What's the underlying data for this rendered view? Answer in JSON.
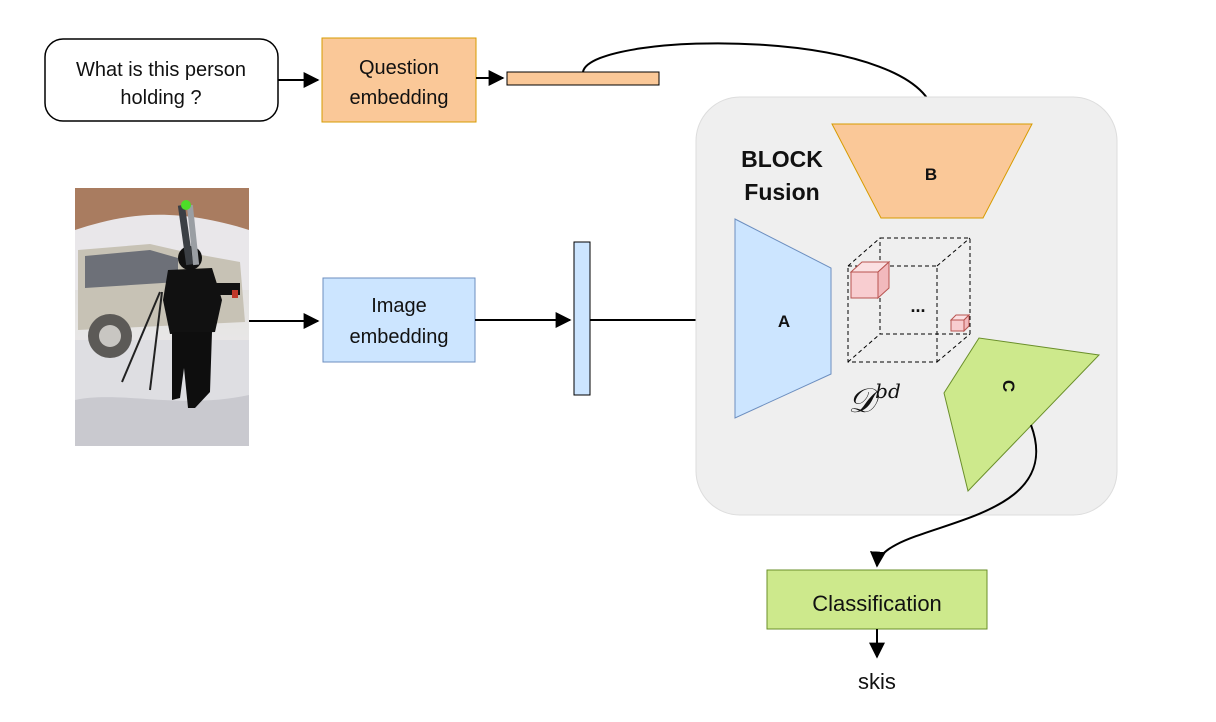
{
  "question": {
    "text_line1": "What is this person",
    "text_line2": "holding ?"
  },
  "question_embedding": {
    "line1": "Question",
    "line2": "embedding"
  },
  "image_embedding": {
    "line1": "Image",
    "line2": "embedding"
  },
  "fusion": {
    "title_line1": "BLOCK",
    "title_line2": "Fusion",
    "block_a": "A",
    "block_b": "B",
    "block_c": "C",
    "ellipsis": "...",
    "tensor_symbol": "𝒟",
    "tensor_superscript": "bd"
  },
  "classification": {
    "label": "Classification"
  },
  "output": {
    "answer": "skis"
  },
  "colors": {
    "orange": "#fac898",
    "orange_stroke": "#d79b00",
    "blue": "#cce5ff",
    "blue_stroke": "#6c8ebf",
    "green": "#cde98c",
    "green_stroke": "#6a8f2a",
    "panel": "#efefef",
    "cube": "#f8cdd0",
    "cube_stroke": "#b85450"
  }
}
